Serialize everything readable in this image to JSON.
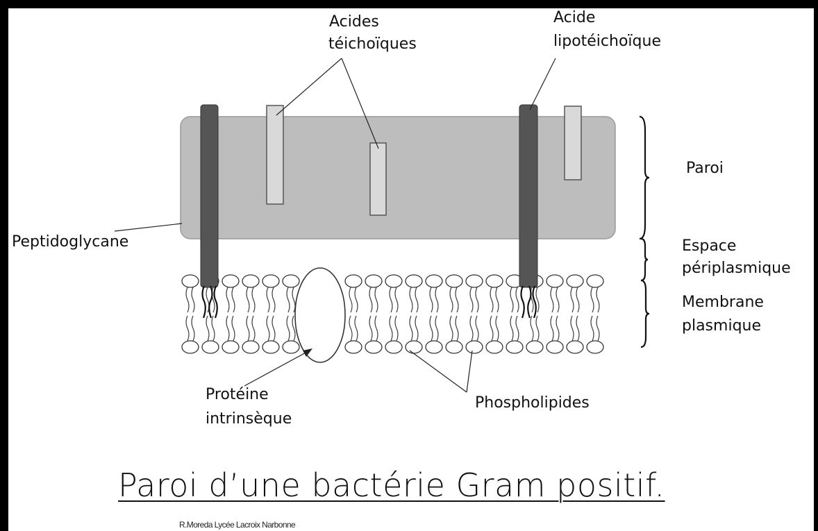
{
  "diagram": {
    "title": "Paroi d’une bactérie Gram positif.",
    "credit": "R.Moreda Lycée Lacroix Narbonne",
    "labels": {
      "acides_teichoiques": [
        "Acides",
        "téichoïques"
      ],
      "acide_lipoteichoique": [
        "Acide",
        "lipotéichoïque"
      ],
      "paroi": "Paroi",
      "peptidoglycane": "Peptidoglycane",
      "espace_periplasmique": [
        "Espace",
        "périplasmique"
      ],
      "membrane_plasmique": [
        "Membrane",
        "plasmique"
      ],
      "proteine_intrinseque": [
        "Protéine",
        "intrinsèque"
      ],
      "phospholipides": "Phospholipides"
    },
    "colors": {
      "peptidoglycan_layer": "#bdbdbd",
      "lipoteichoic_acid": "#555555",
      "teichoic_acid": "#d9d9d9",
      "outline": "#333333"
    }
  }
}
